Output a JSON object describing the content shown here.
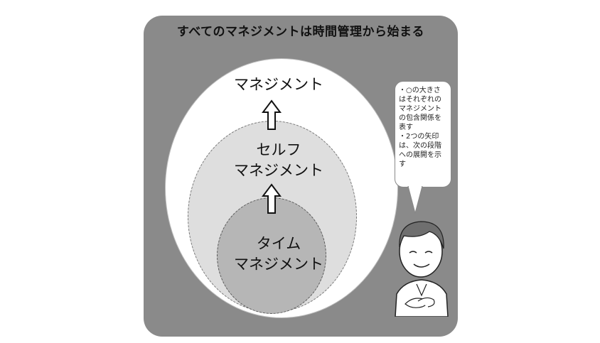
{
  "title": "すべてのマネジメントは時間管理から始まる",
  "circles": {
    "outer_label": "マネジメント",
    "middle_label_1": "セルフ",
    "middle_label_2": "マネジメント",
    "inner_label_1": "タイム",
    "inner_label_2": "マネジメント"
  },
  "bubble": {
    "note_1": "・○の大きさはそれぞれのマネジメントの包含関係を表す",
    "note_2": "・2つの矢印は、次の段階への展開を示す"
  },
  "colors": {
    "panel": "#8a8a8a",
    "outer": "#ffffff",
    "middle": "#dedede",
    "inner": "#b6b6b6"
  },
  "icons": [
    "up-arrow-icon",
    "speech-bubble-icon",
    "man-illustration-icon"
  ]
}
